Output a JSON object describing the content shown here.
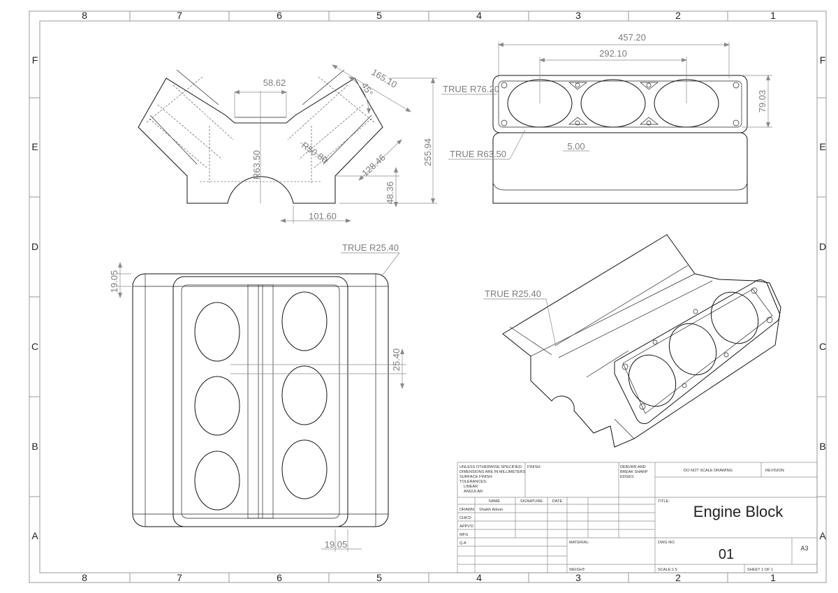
{
  "sheet": {
    "zones_top": [
      "8",
      "7",
      "6",
      "5",
      "4",
      "3",
      "2",
      "1"
    ],
    "zones_side": [
      "F",
      "E",
      "D",
      "C",
      "B",
      "A"
    ]
  },
  "front_view": {
    "dim_spacing": "58.62",
    "dim_length": "165.10",
    "dim_angle": "45°",
    "dim_radius_bore": "R63.50",
    "dim_radius_fillet": "R50.80",
    "dim_deck_width": "128.46",
    "dim_overall_height": "255.94",
    "dim_base_height": "48.36",
    "dim_base_width": "101.60"
  },
  "top_view": {
    "dim_overall_length": "457.20",
    "dim_bore_pitch": "292.10",
    "dim_true_r1": "TRUE R76.20",
    "dim_true_r2": "TRUE R63.50",
    "dim_width": "79.03",
    "dim_gap": "5.00"
  },
  "plan_view": {
    "dim_true_r": "TRUE R25.40",
    "dim_offset": "19.05",
    "dim_center": "25.40",
    "dim_offset_bottom": "19.05"
  },
  "iso_view": {
    "dim_true_r": "TRUE R25.40"
  },
  "title_block": {
    "notes": [
      "UNLESS OTHERWISE SPECIFIED:",
      "DIMENSIONS ARE IN MILLIMETERS",
      "SURFACE FINISH:",
      "TOLERANCES:",
      "LINEAR:",
      "ANGULAR:"
    ],
    "finish_label": "FINISH:",
    "deburr": [
      "DEBURR AND",
      "BREAK SHARP",
      "EDGES"
    ],
    "no_scale": "DO NOT SCALE DRAWING",
    "revision": "REVISION",
    "col_name": "NAME",
    "col_signature": "SIGNATURE",
    "col_date": "DATE",
    "rows": [
      "DRAWN",
      "CHK'D",
      "APPV'D",
      "MFG",
      "Q.A"
    ],
    "drawn_by": "Shaikh Adnan",
    "title_label": "TITLE:",
    "title": "Engine Block",
    "material_label": "MATERIAL:",
    "dwg_no_label": "DWG NO.",
    "dwg_no": "01",
    "size": "A3",
    "weight_label": "WEIGHT:",
    "scale": "SCALE:1:5",
    "sheet_no": "SHEET 1 OF 1"
  }
}
